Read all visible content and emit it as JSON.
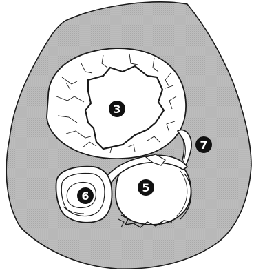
{
  "colors": {
    "background": "#ffffff",
    "slab_fill": "#bdbdbd",
    "slab_stipple": "#a9a9a9",
    "outline": "#1a1a1a",
    "object_fill": "#ffffff",
    "marker_fill": "#111111",
    "marker_text": "#ffffff"
  },
  "labels": {
    "marker_3": "3",
    "marker_5": "5",
    "marker_6": "6",
    "marker_7": "7"
  }
}
